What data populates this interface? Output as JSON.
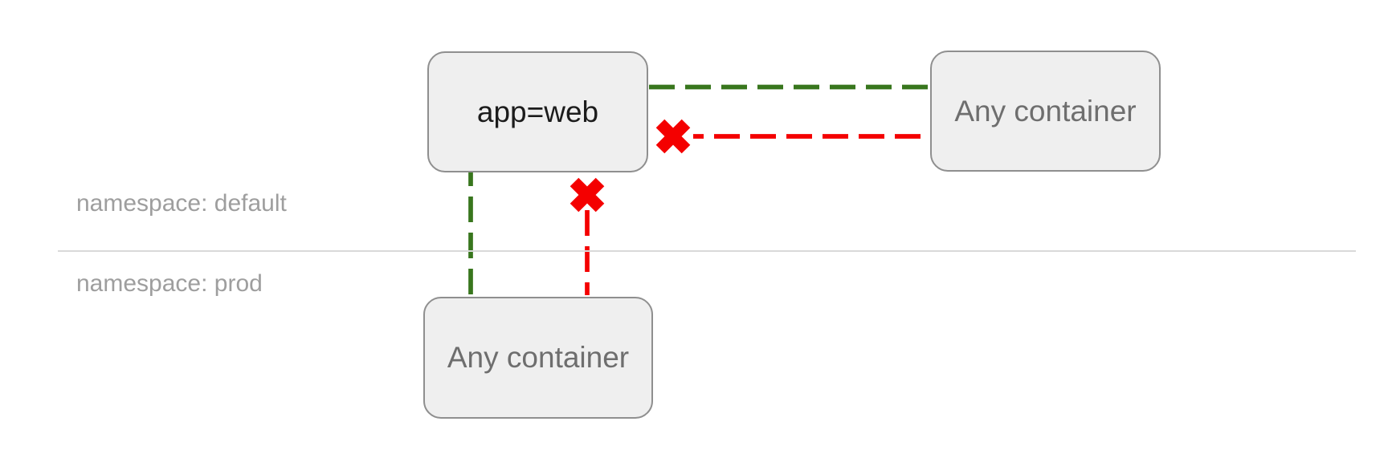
{
  "diagram": {
    "title": "network-policy-namespaces",
    "namespaces": [
      {
        "id": "default",
        "label": "namespace: default"
      },
      {
        "id": "prod",
        "label": "namespace: prod"
      }
    ],
    "nodes": [
      {
        "id": "app-web",
        "namespace": "default",
        "label": "app=web"
      },
      {
        "id": "any-container-default",
        "namespace": "default",
        "label": "Any container"
      },
      {
        "id": "any-container-prod",
        "namespace": "prod",
        "label": "Any container"
      }
    ],
    "edges": [
      {
        "between": [
          "app-web",
          "any-container-default"
        ],
        "status": "allowed",
        "style": "green-dashed"
      },
      {
        "between": [
          "app-web",
          "any-container-default"
        ],
        "status": "blocked",
        "style": "red-dashed-x"
      },
      {
        "between": [
          "app-web",
          "any-container-prod"
        ],
        "status": "allowed",
        "style": "green-dashed"
      },
      {
        "between": [
          "app-web",
          "any-container-prod"
        ],
        "status": "blocked",
        "style": "red-dashed-x"
      }
    ],
    "colors": {
      "allowed_green": "#38761d",
      "blocked_red": "#f40000",
      "node_fill": "#efefef",
      "node_border": "#8f8f8f",
      "node_text_dark": "#1c1c1c",
      "node_text_gray": "#6e6e6e",
      "namespace_label_gray": "#9e9e9e",
      "divider_gray": "#d9d9d9",
      "background": "#ffffff"
    }
  }
}
